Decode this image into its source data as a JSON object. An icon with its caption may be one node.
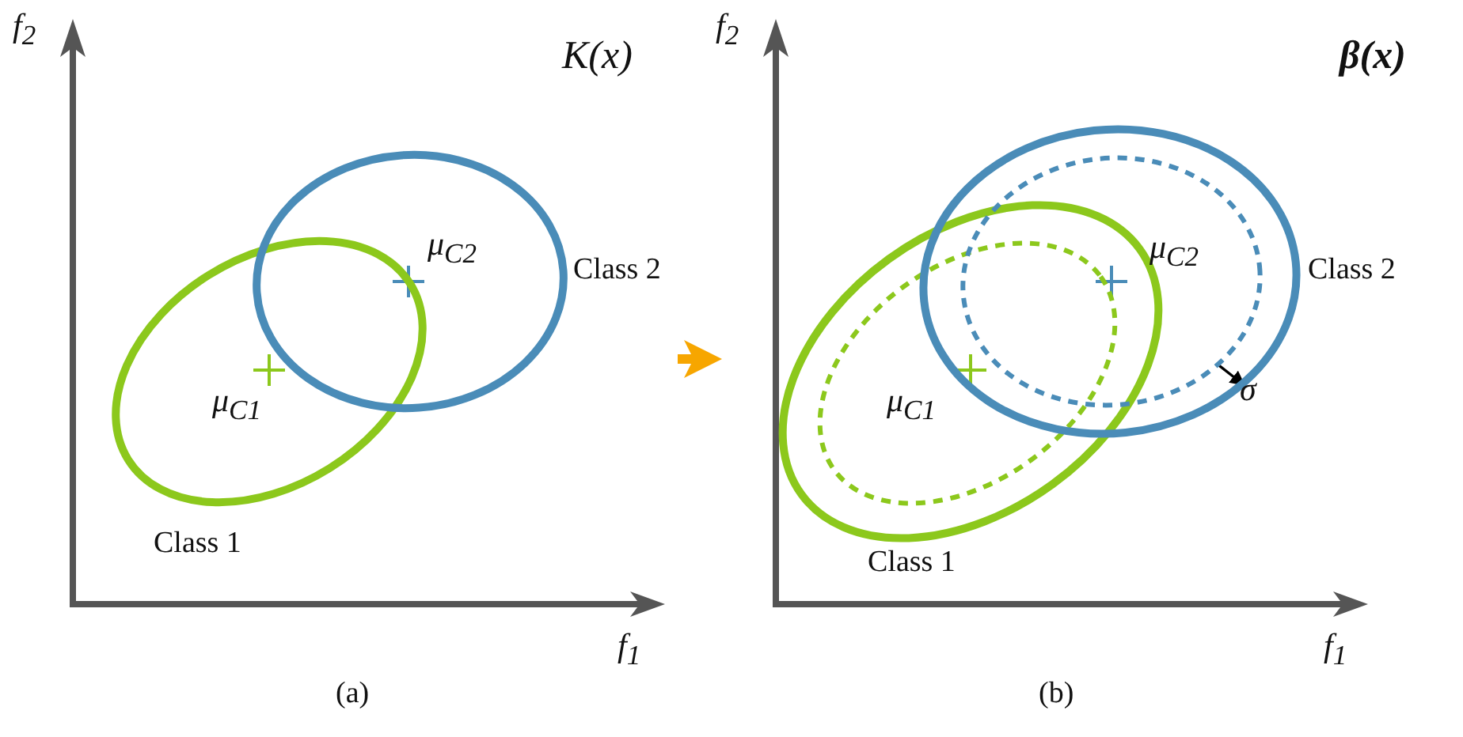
{
  "diagram": {
    "nodes": [
      {
        "text": [
          "K(x)"
        ],
        "beside": [
          "(a)"
        ]
      },
      {
        "text": [
          "Class 1"
        ],
        "in": 0
      },
      {
        "text": [
          "Class 2"
        ],
        "in": 0
      },
      {
        "text": [
          "β(x)"
        ],
        "beside": [
          "(b)"
        ]
      },
      {
        "text": [
          "Class 1"
        ],
        "in": 3
      },
      {
        "text": [
          "Class 2"
        ],
        "in": 3
      },
      {
        "text": [],
        "shape": "ellipse",
        "in": 4
      },
      {
        "text": [],
        "shape": "ellipse",
        "in": 5
      }
    ],
    "edges": [
      {
        "from": 0,
        "to": 3,
        "arrow": "to",
        "style": "thick",
        "color": "#f7a600"
      },
      {
        "from": 7,
        "to": 5,
        "arrow": "to",
        "color": "#000000"
      }
    ],
    "labels": [
      "f$_{2}$",
      "μ$_{C2}$",
      "μ$_{C1}$",
      "f$_{1}$",
      "f$_{2}$",
      "μ$_{C2}$",
      "μ$_{C1}$",
      "σ",
      "f$_{1}$"
    ]
  }
}
